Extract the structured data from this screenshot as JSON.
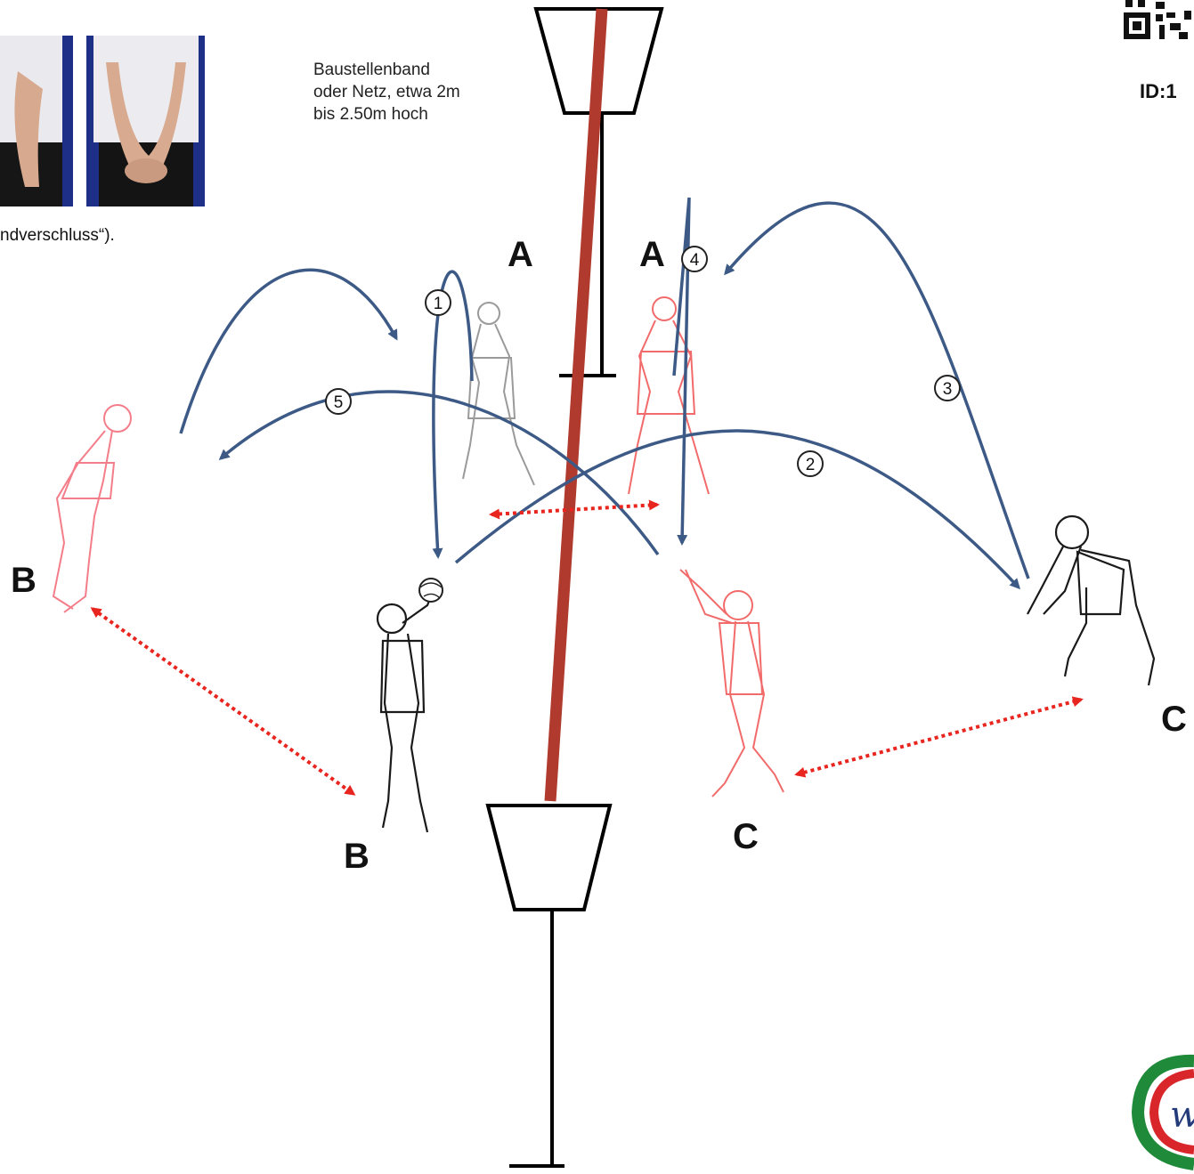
{
  "note_text": "Baustellenband\noder Netz, etwa 2m\nbis 2.50m hoch",
  "caption_text": "ndverschluss“).",
  "id_label": "ID:1",
  "role_labels": {
    "a_left": "A",
    "a_right": "A",
    "b_far": "B",
    "b_near": "B",
    "c_far": "C",
    "c_near": "C"
  },
  "ball_numbers": [
    "1",
    "2",
    "3",
    "4",
    "5"
  ],
  "colors": {
    "arrow": "#3d5a86",
    "net_band": "#b03a2e",
    "dotted": "#e8251e",
    "player_red": "#f26b6b",
    "player_black": "#1a1a1a",
    "photo_bg": "#1d2f86"
  },
  "icons": [
    "qr-code-icon",
    "club-logo-icon",
    "volleyball-icon"
  ]
}
